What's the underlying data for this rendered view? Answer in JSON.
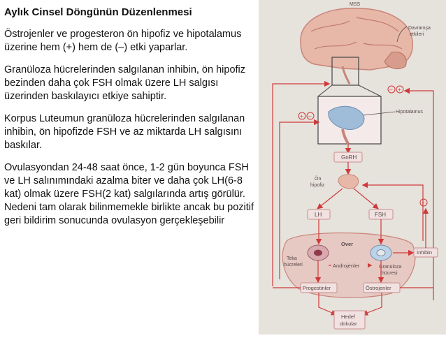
{
  "text": {
    "title": "Aylık Cinsel Döngünün Düzenlenmesi",
    "paragraphs": [
      "Östrojenler ve progesteron ön hipofiz ve hipotalamus üzerine hem (+) hem de (–) etki yaparlar.",
      "Granüloza hücrelerinden salgılanan inhibin, ön hipofiz bezinden daha çok FSH olmak üzere LH salgısı üzerinden baskılayıcı etkiye sahiptir.",
      "Korpus Luteumun granüloza hücrelerinden salgılanan inhibin, ön hipofizde FSH ve az miktarda LH salgısını baskılar.",
      "Ovulasyondan 24-48 saat önce, 1-2 gün boyunca FSH ve LH salınımındaki azalma biter ve daha çok LH(6-8 kat) olmak üzere FSH(2 kat) salgılarında artış görülür. Nedeni tam olarak bilinmemekle birlikte ancak bu pozitif geri bildirim sonucunda ovulasyon gerçekleşebilir"
    ]
  },
  "diagram": {
    "labels": {
      "mss": "MSS",
      "behavior_1": "Davranışa",
      "behavior_2": "etkileri",
      "plus": "+",
      "minus": "–",
      "hypothalamus": "Hipotalamus",
      "gnrh": "GnRH",
      "pituitary_1": "Ön",
      "pituitary_2": "hipofiz",
      "lh": "LH",
      "fsh": "FSH",
      "ovary": "Over",
      "theca_1": "Teka",
      "theca_2": "hücreleri",
      "androgens": "Androjenler",
      "granulosa_1": "Granüloza",
      "granulosa_2": "hücresi",
      "inhibin": "İnhibin",
      "progestins": "Progestinler",
      "estrogens": "Östrojenler",
      "target_1": "Hedef",
      "target_2": "dokular"
    },
    "colors": {
      "arrow": "#cf3b3b",
      "box_border": "#c98e8e",
      "box_fill": "#f1e1e1",
      "brain": "#e7b7a8",
      "hypothalamus": "#9fbcd8",
      "ovary": "#e6c9c3",
      "text": "#5a4a4a"
    }
  }
}
